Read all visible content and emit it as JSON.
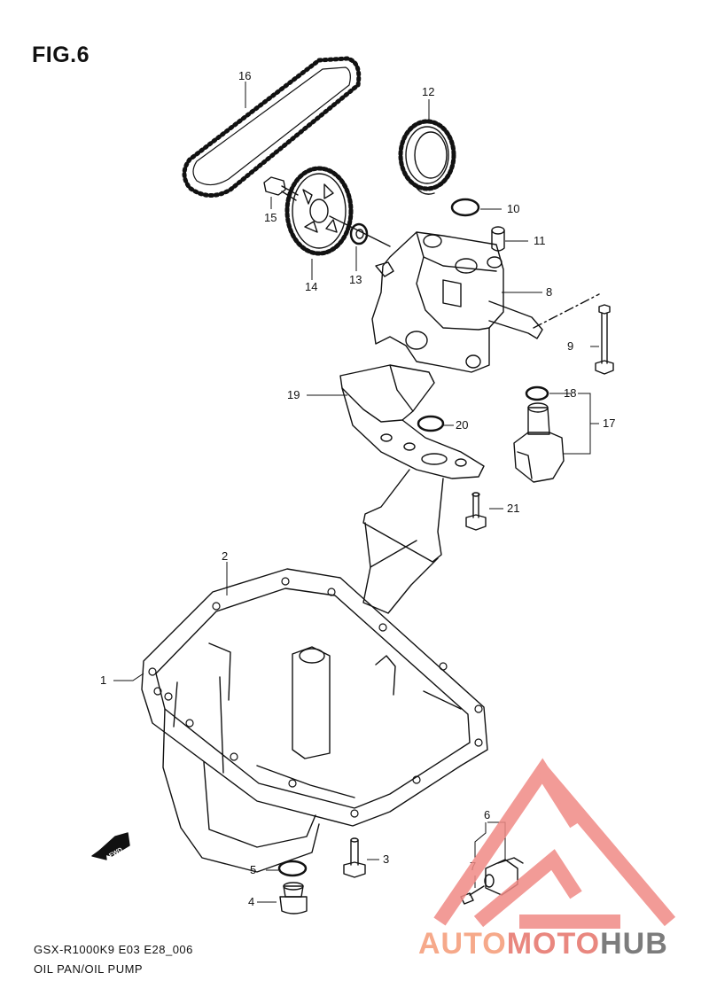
{
  "figure": {
    "title": "FIG.6",
    "code": "GSX-R1000K9 E03 E28_006",
    "caption": "OIL PAN/OIL PUMP",
    "fwd_label": "FWD"
  },
  "callouts": [
    "1",
    "2",
    "3",
    "4",
    "5",
    "6",
    "7",
    "8",
    "9",
    "10",
    "11",
    "12",
    "13",
    "14",
    "15",
    "16",
    "17",
    "18",
    "19",
    "20",
    "21"
  ],
  "watermark": {
    "part1": "AUTO",
    "part2": "MOTO",
    "part3": "HUB",
    "colors": {
      "part1": "#f6a98a",
      "part2": "#e9877f",
      "part3": "#7c7c7c",
      "logo": "#f08a86"
    }
  },
  "colors": {
    "line": "#111111"
  }
}
